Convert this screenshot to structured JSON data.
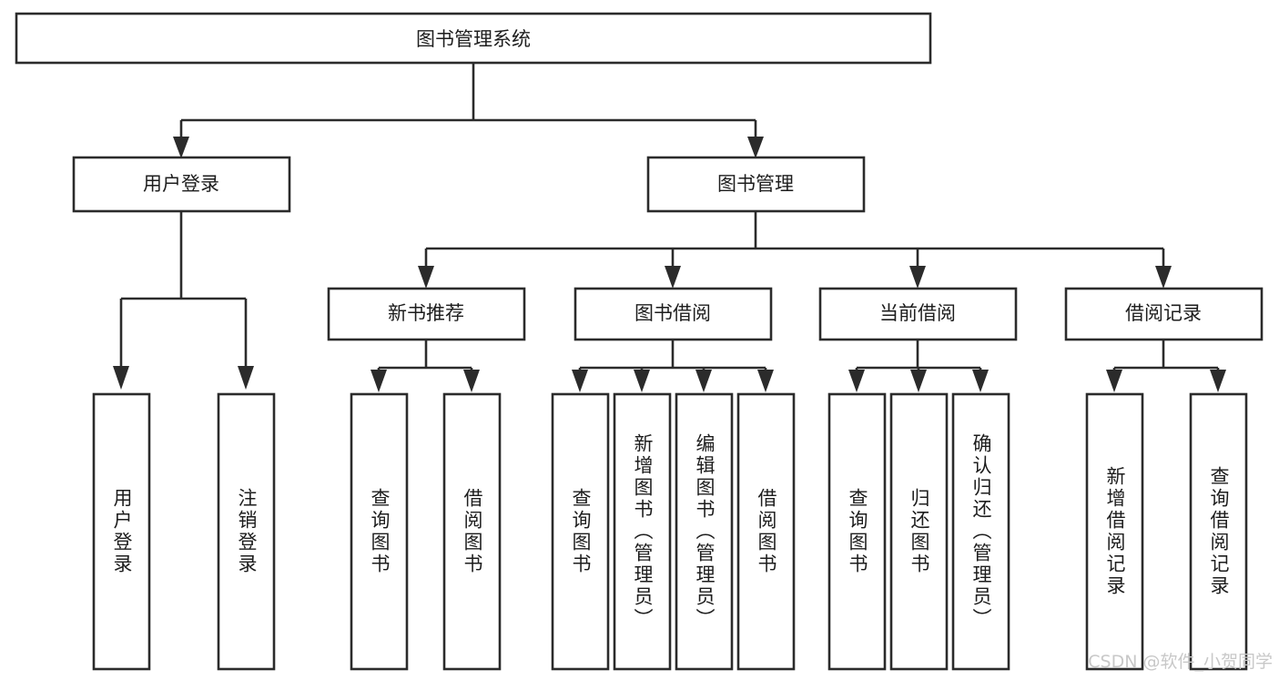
{
  "diagram": {
    "title_node": "图书管理系统",
    "orientation": "top-down-tree",
    "watermark": "CSDN @软件_小贺同学",
    "level2": [
      {
        "label": "用户登录"
      },
      {
        "label": "图书管理"
      }
    ],
    "level3": [
      {
        "label": "新书推荐"
      },
      {
        "label": "图书借阅"
      },
      {
        "label": "当前借阅"
      },
      {
        "label": "借阅记录"
      }
    ],
    "leaves": {
      "user_login": [
        {
          "label": "用户登录"
        },
        {
          "label": "注销登录"
        }
      ],
      "new_book_recommend": [
        {
          "label": "查询图书"
        },
        {
          "label": "借阅图书"
        }
      ],
      "book_borrow": [
        {
          "label": "查询图书"
        },
        {
          "label": "新增图书（管理员）"
        },
        {
          "label": "编辑图书（管理员）"
        },
        {
          "label": "借阅图书"
        }
      ],
      "current_borrow": [
        {
          "label": "查询图书"
        },
        {
          "label": "归还图书"
        },
        {
          "label": "确认归还（管理员）"
        }
      ],
      "borrow_record": [
        {
          "label": "新增借阅记录"
        },
        {
          "label": "查询借阅记录"
        }
      ]
    },
    "colors": {
      "stroke": "#2b2b2b",
      "fill": "#ffffff",
      "text": "#1d1d1d",
      "watermark": "#c8c8c8"
    }
  }
}
